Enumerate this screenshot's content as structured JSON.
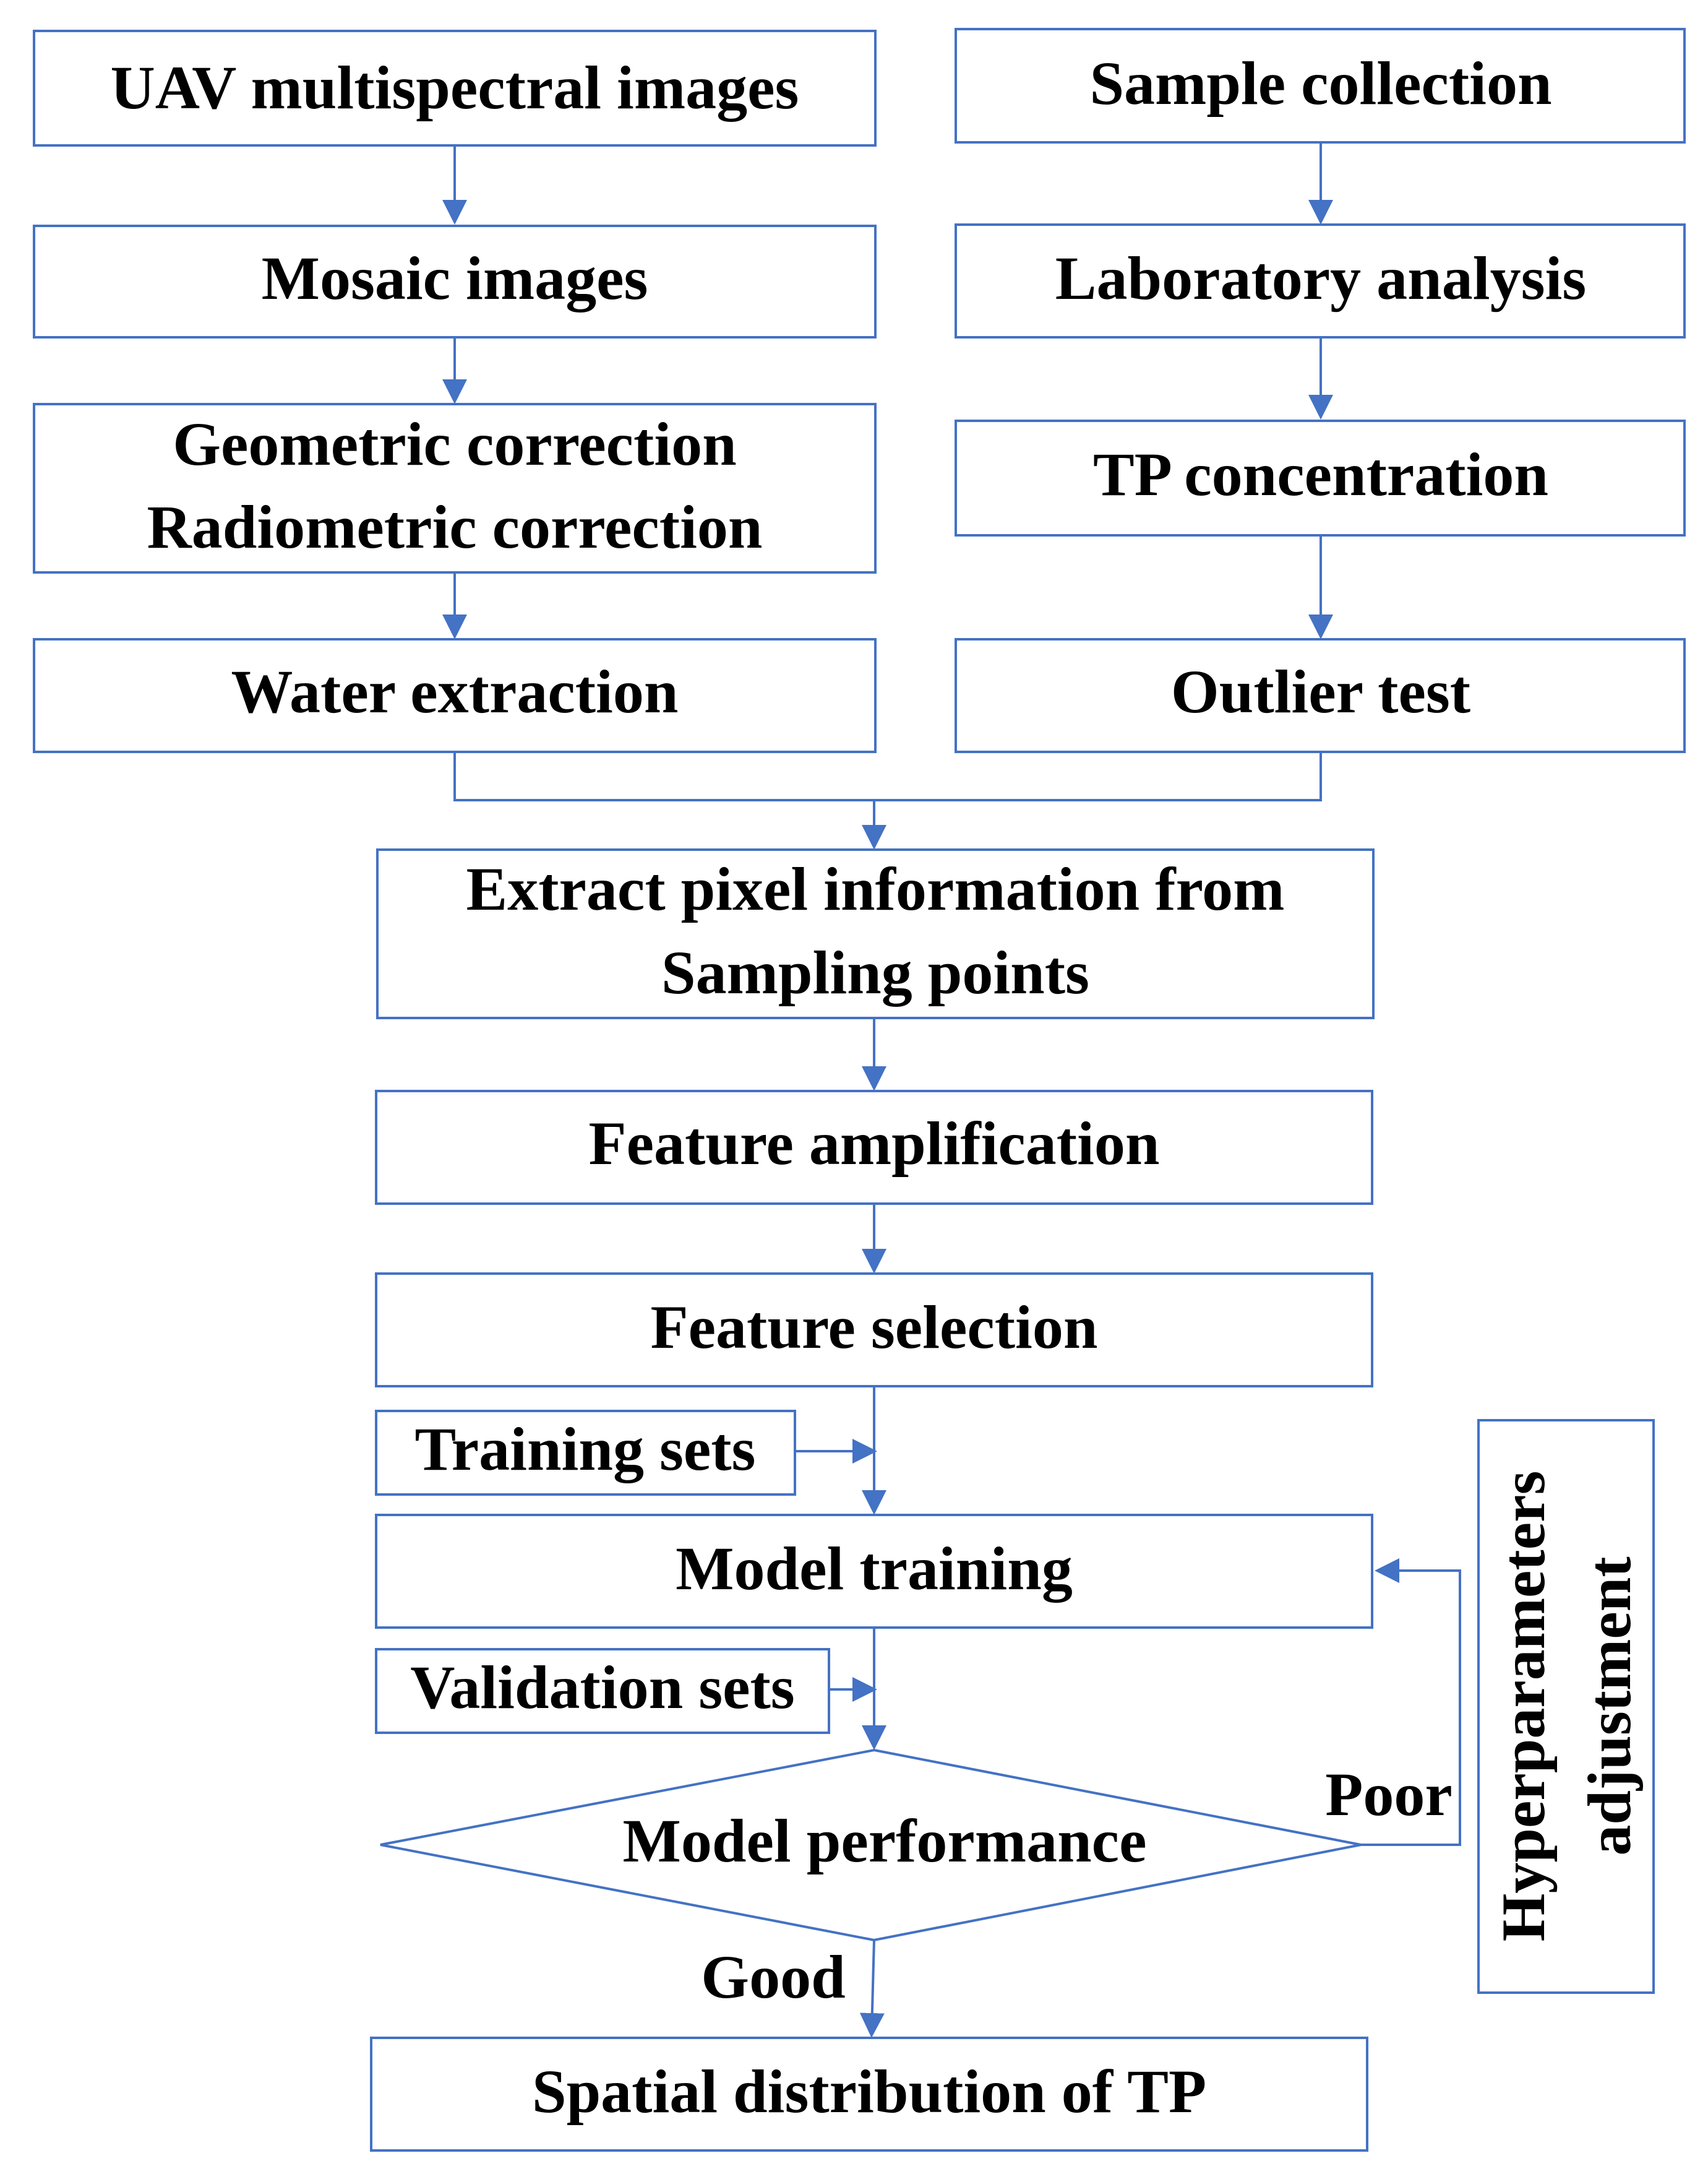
{
  "diagram": {
    "colors": {
      "line": "#4472C4",
      "box_fill": "#FFFFFF",
      "text": "#000000"
    },
    "left_column": {
      "uav_images": "UAV multispectral images",
      "mosaic": "Mosaic images",
      "geometric": "Geometric correction",
      "radiometric": "Radiometric correction",
      "water": "Water extraction"
    },
    "right_column": {
      "sample": "Sample collection",
      "lab": "Laboratory analysis",
      "tp": "TP concentration",
      "outlier": "Outlier test"
    },
    "center": {
      "extract_1": "Extract pixel information from",
      "extract_2": "Sampling points",
      "amplification": "Feature amplification",
      "selection": "Feature selection",
      "training_sets": "Training sets",
      "model_training": "Model training",
      "validation_sets": "Validation sets",
      "performance": "Model performance",
      "poor": "Poor",
      "good": "Good",
      "spatial": "Spatial distribution of TP"
    },
    "side": {
      "hyper_1": "Hyperparameters",
      "hyper_2": "adjustment"
    }
  }
}
